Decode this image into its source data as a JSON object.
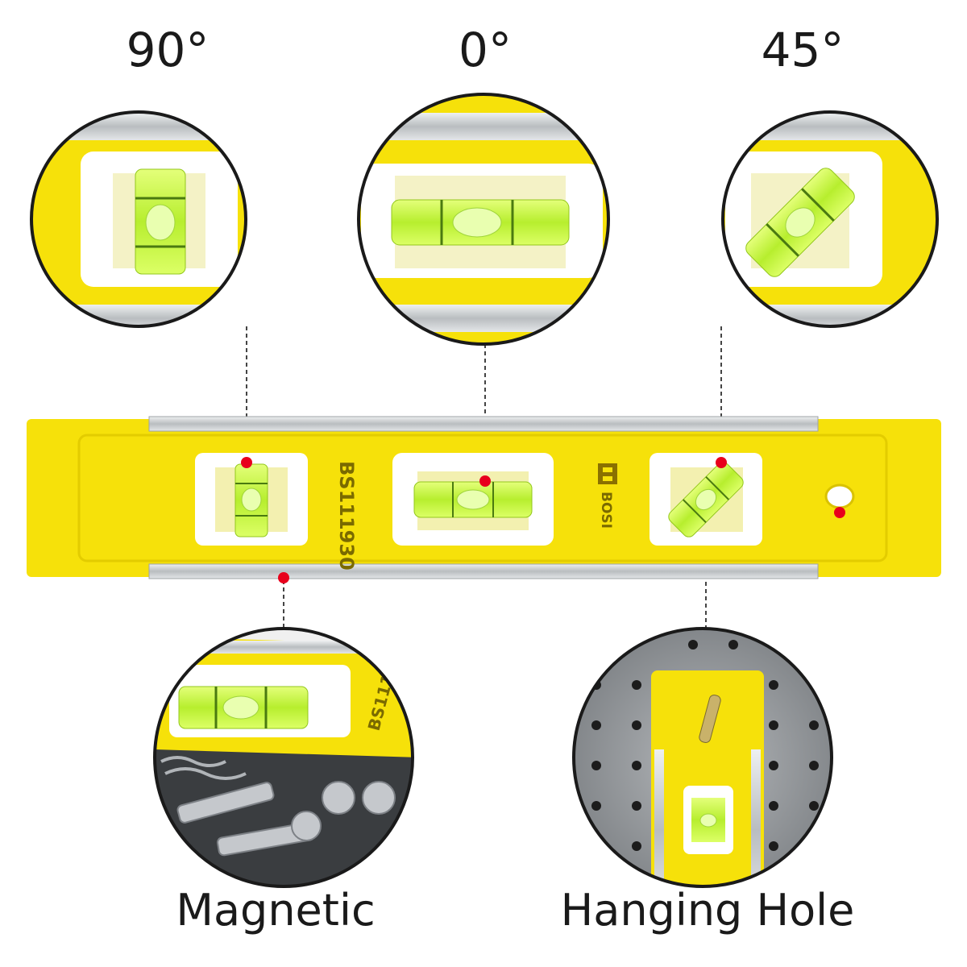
{
  "angles": {
    "left": "90°",
    "center": "0°",
    "right": "45°"
  },
  "level": {
    "model": "BS111930",
    "brand": "BOSI"
  },
  "captions": {
    "magnetic": "Magnetic",
    "hanging_hole": "Hanging Hole"
  },
  "colors": {
    "yellow": "#f6e10a",
    "yellow_dark": "#e8cf00",
    "vial": "#c8f23a",
    "marker": "#e8001c",
    "rail": "#c9ccce"
  }
}
